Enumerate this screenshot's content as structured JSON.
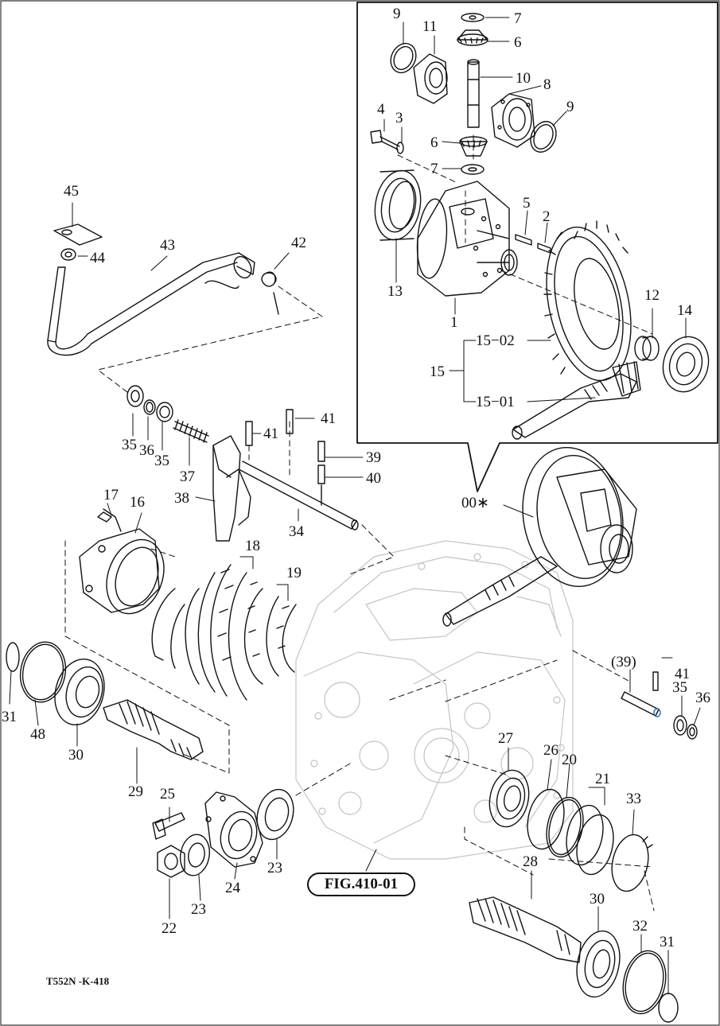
{
  "figure_ref": "FIG.410-01",
  "drawing_code": "T552N -K-418",
  "callouts": {
    "c9a": "9",
    "c7a": "7",
    "c11": "11",
    "c6a": "6",
    "c10": "10",
    "c8": "8",
    "c4": "4",
    "c3": "3",
    "c9b": "9",
    "c6b": "6",
    "c7b": "7",
    "c5": "5",
    "c2": "2",
    "c13": "13",
    "c1": "1",
    "c12": "12",
    "c14": "14",
    "c15_02": "15−02",
    "c15": "15",
    "c15_01": "15−01",
    "c45": "45",
    "c44": "44",
    "c43": "43",
    "c42": "42",
    "c35a": "35",
    "c36a": "36",
    "c35b": "35",
    "c37": "37",
    "c41a": "41",
    "c41b": "41",
    "c39": "39",
    "c40": "40",
    "c38": "38",
    "c34": "34",
    "c00": "00∗",
    "c17": "17",
    "c16": "16",
    "c18": "18",
    "c19": "19",
    "c39p": "(39)",
    "c41c": "41",
    "c35c": "35",
    "c36b": "36",
    "c31a": "31",
    "c48": "48",
    "c30a": "30",
    "c29": "29",
    "c27": "27",
    "c26": "26",
    "c20": "20",
    "c21": "21",
    "c33": "33",
    "c25": "25",
    "c24": "24",
    "c23a": "23",
    "c23b": "23",
    "c22": "22",
    "c28": "28",
    "c30b": "30",
    "c32": "32",
    "c31b": "31"
  }
}
